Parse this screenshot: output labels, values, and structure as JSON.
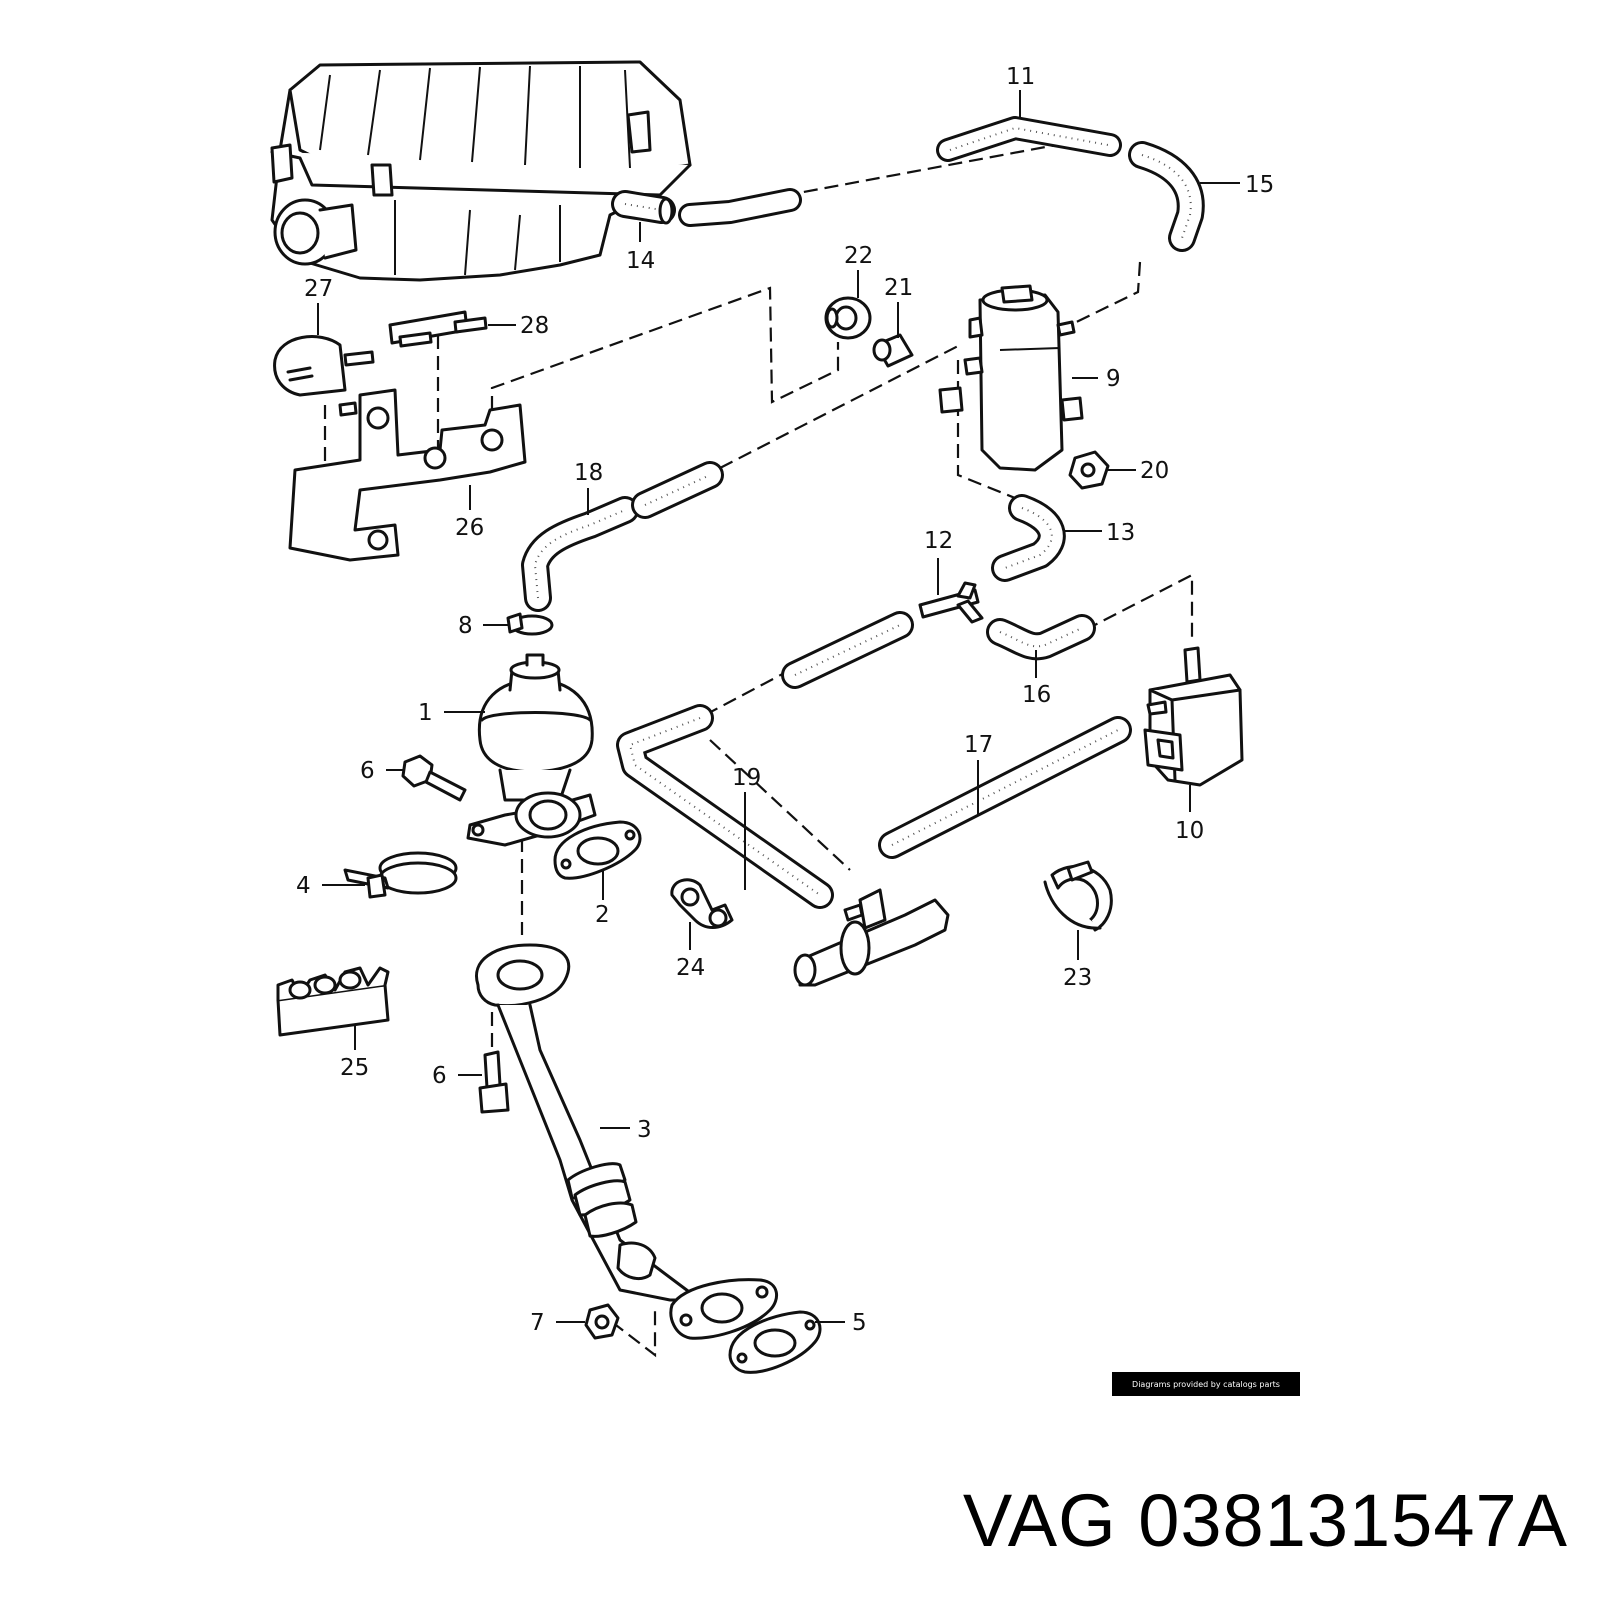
{
  "diagram": {
    "callouts": [
      "1",
      "2",
      "3",
      "4",
      "5",
      "6",
      "6",
      "7",
      "8",
      "9",
      "10",
      "11",
      "12",
      "13",
      "14",
      "15",
      "16",
      "17",
      "18",
      "19",
      "20",
      "21",
      "22",
      "23",
      "24",
      "25",
      "26",
      "27",
      "28"
    ]
  },
  "footer": {
    "credit": "Diagrams provided by catalogs parts",
    "brand": "VAG",
    "part_number": "038131547A"
  }
}
